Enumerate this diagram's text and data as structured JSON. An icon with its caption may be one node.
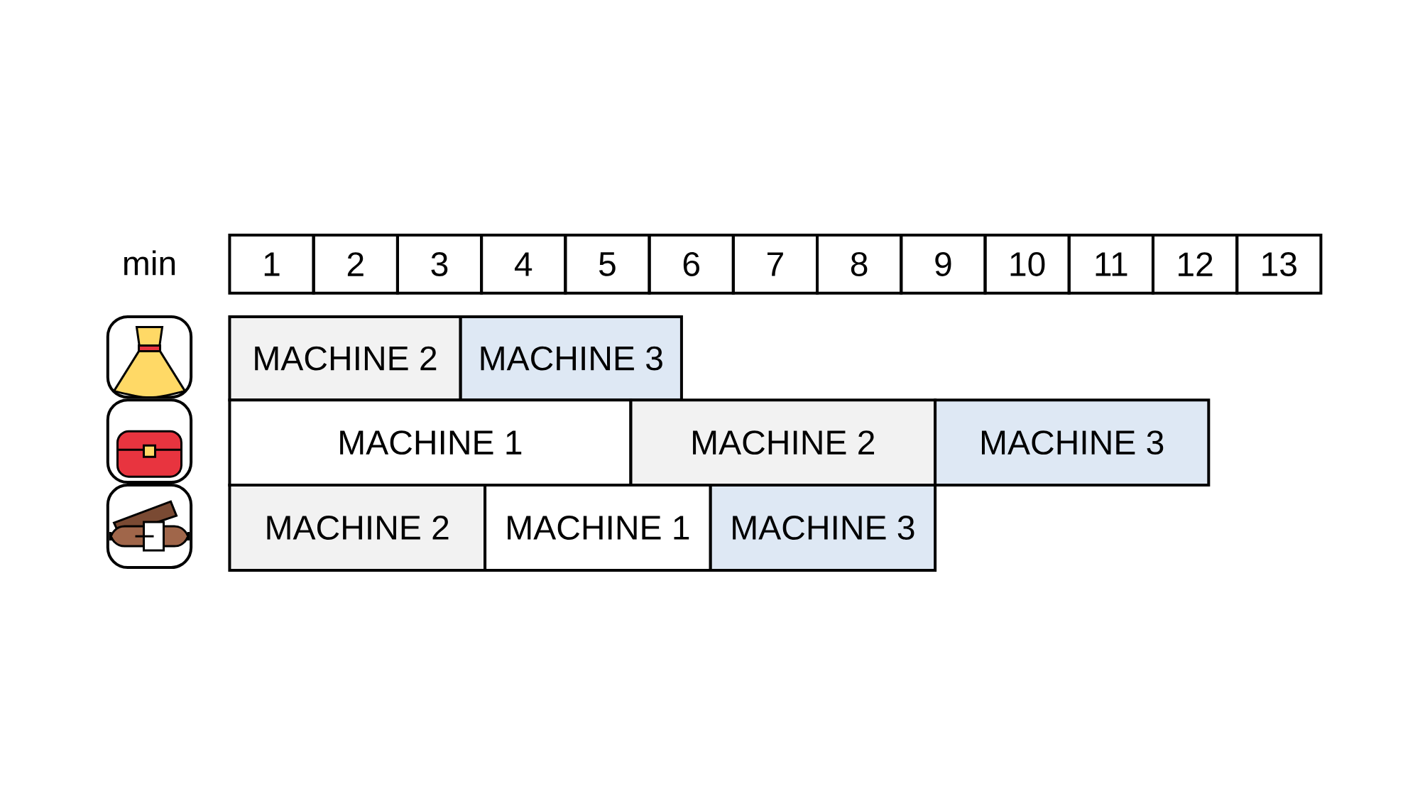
{
  "diagram": {
    "nodes": [
      {
        "text": [
          "MACHINE 2"
        ]
      },
      {
        "text": [
          "MACHINE 3"
        ]
      },
      {
        "text": [
          "MACHINE 1"
        ]
      },
      {
        "text": [
          "MACHINE 2"
        ]
      },
      {
        "text": [
          "MACHINE 3"
        ]
      },
      {
        "text": [
          "MACHINE 2"
        ]
      },
      {
        "text": [
          "MACHINE 1"
        ]
      },
      {
        "text": [
          "MACHINE 3"
        ]
      }
    ],
    "labels": [
      "min",
      "1",
      "2",
      "3",
      "4",
      "5",
      "6",
      "7",
      "8",
      "9",
      "10",
      "11",
      "12",
      "13"
    ]
  }
}
